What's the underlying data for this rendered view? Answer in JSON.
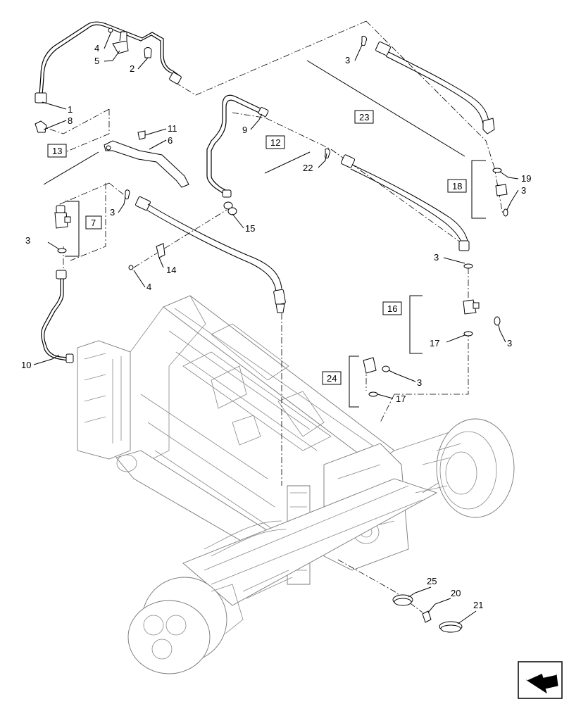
{
  "callouts": {
    "c1": "1",
    "c2": "2",
    "c3a": "3",
    "c3b": "3",
    "c3c": "3",
    "c3d": "3",
    "c3e": "3",
    "c3f": "3",
    "c3g": "3",
    "c4a": "4",
    "c4b": "4",
    "c5": "5",
    "c6": "6",
    "c8": "8",
    "c9": "9",
    "c10": "10",
    "c11": "11",
    "c14": "14",
    "c15": "15",
    "c17a": "17",
    "c17b": "17",
    "c19": "19",
    "c20": "20",
    "c21": "21",
    "c22": "22",
    "c25": "25"
  },
  "boxed": {
    "b7": "7",
    "b12": "12",
    "b13": "13",
    "b16": "16",
    "b18": "18",
    "b23": "23",
    "b24": "24"
  },
  "nav_icon": "previous-page-arrow-icon"
}
